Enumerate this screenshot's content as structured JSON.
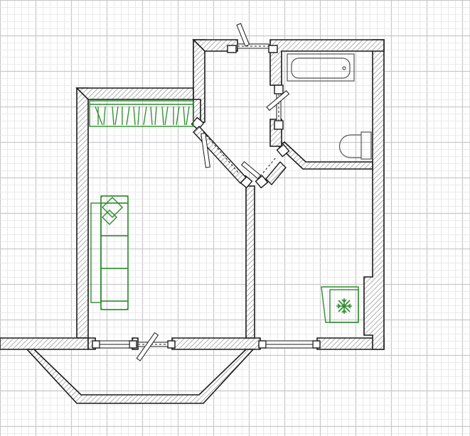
{
  "canvas": {
    "background": "#ffffff"
  },
  "colors": {
    "grid_minor": "#e4e4e4",
    "grid_major": "#c8c8c8",
    "wall_stroke": "#1a1a1a",
    "wall_hatch": "#8c8c8c",
    "furniture_green": "#2e8b2e",
    "fixture_gray": "#555555"
  },
  "rooms": [
    {
      "id": "living-room"
    },
    {
      "id": "hallway"
    },
    {
      "id": "bathroom"
    },
    {
      "id": "kitchen"
    },
    {
      "id": "balcony"
    }
  ],
  "furniture": [
    {
      "id": "wardrobe",
      "icon": "wardrobe-icon"
    },
    {
      "id": "sofa",
      "icon": "sofa-icon"
    },
    {
      "id": "refrigerator",
      "icon": "snowflake-icon"
    },
    {
      "id": "bathtub",
      "icon": "bathtub-icon"
    },
    {
      "id": "toilet",
      "icon": "toilet-icon"
    }
  ],
  "doors": [
    {
      "id": "entrance-door"
    },
    {
      "id": "hall-to-living-door"
    },
    {
      "id": "hall-to-kitchen-door"
    },
    {
      "id": "hall-to-bathroom-door"
    },
    {
      "id": "balcony-door"
    }
  ],
  "windows": [
    {
      "id": "living-room-window"
    },
    {
      "id": "kitchen-window"
    }
  ]
}
